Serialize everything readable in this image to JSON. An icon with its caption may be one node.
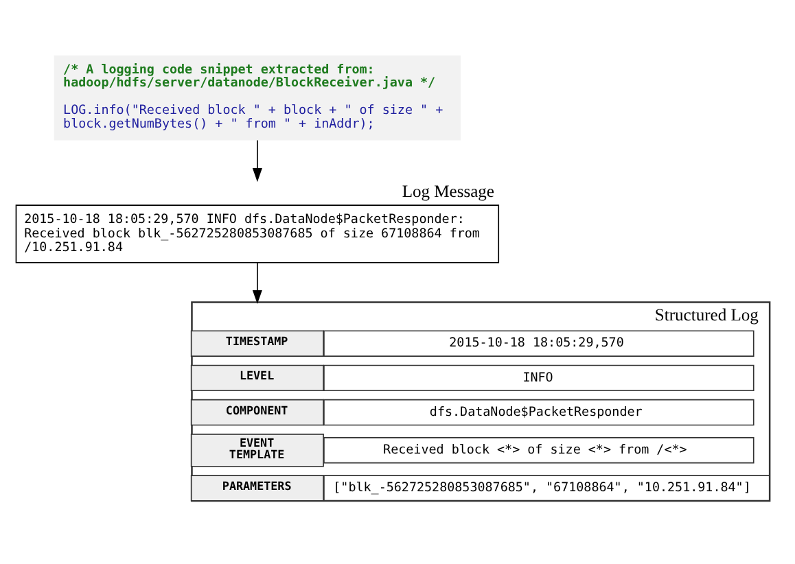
{
  "diagram": {
    "nodes": [
      {
        "text": [
          "/* A logging code snippet extracted from: hadoop/hdfs/server/datanode/BlockReceiver.java */",
          "LOG.info(\"Received block \" + block + \" of size \" + block.getNumBytes() + \" from \" + inAddr);"
        ]
      },
      {
        "text": [
          "Log Message",
          "2015-10-18 18:05:29,570 INFO dfs.DataNode$PacketResponder: Received block blk_-562725280853087685 of size 67108864 from /10.251.91.84"
        ]
      },
      {
        "text": [
          "Structured Log"
        ]
      },
      {
        "text": [
          "TIMESTAMP"
        ],
        "in": 2
      },
      {
        "text": [
          "2015-10-18 18:05:29,570"
        ],
        "in": 2
      },
      {
        "text": [
          "LEVEL"
        ],
        "in": 2
      },
      {
        "text": [
          "INFO"
        ],
        "in": 2
      },
      {
        "text": [
          "COMPONENT"
        ],
        "in": 2
      },
      {
        "text": [
          "dfs.DataNode$PacketResponder"
        ],
        "in": 2
      },
      {
        "text": [
          "EVENT TEMPLATE"
        ],
        "in": 2
      },
      {
        "text": [
          "Received block <*> of size <*> from /<*>"
        ],
        "in": 2
      },
      {
        "text": [
          "PARAMETERS"
        ],
        "in": 2
      },
      {
        "text": [
          "[\"blk_-562725280853087685\", \"67108864\", \"10.251.91.84\"]"
        ],
        "in": 2
      }
    ],
    "edges": [
      {
        "from": 0,
        "to": 1,
        "arrow": "to"
      },
      {
        "from": 1,
        "to": 2,
        "arrow": "to"
      }
    ]
  }
}
